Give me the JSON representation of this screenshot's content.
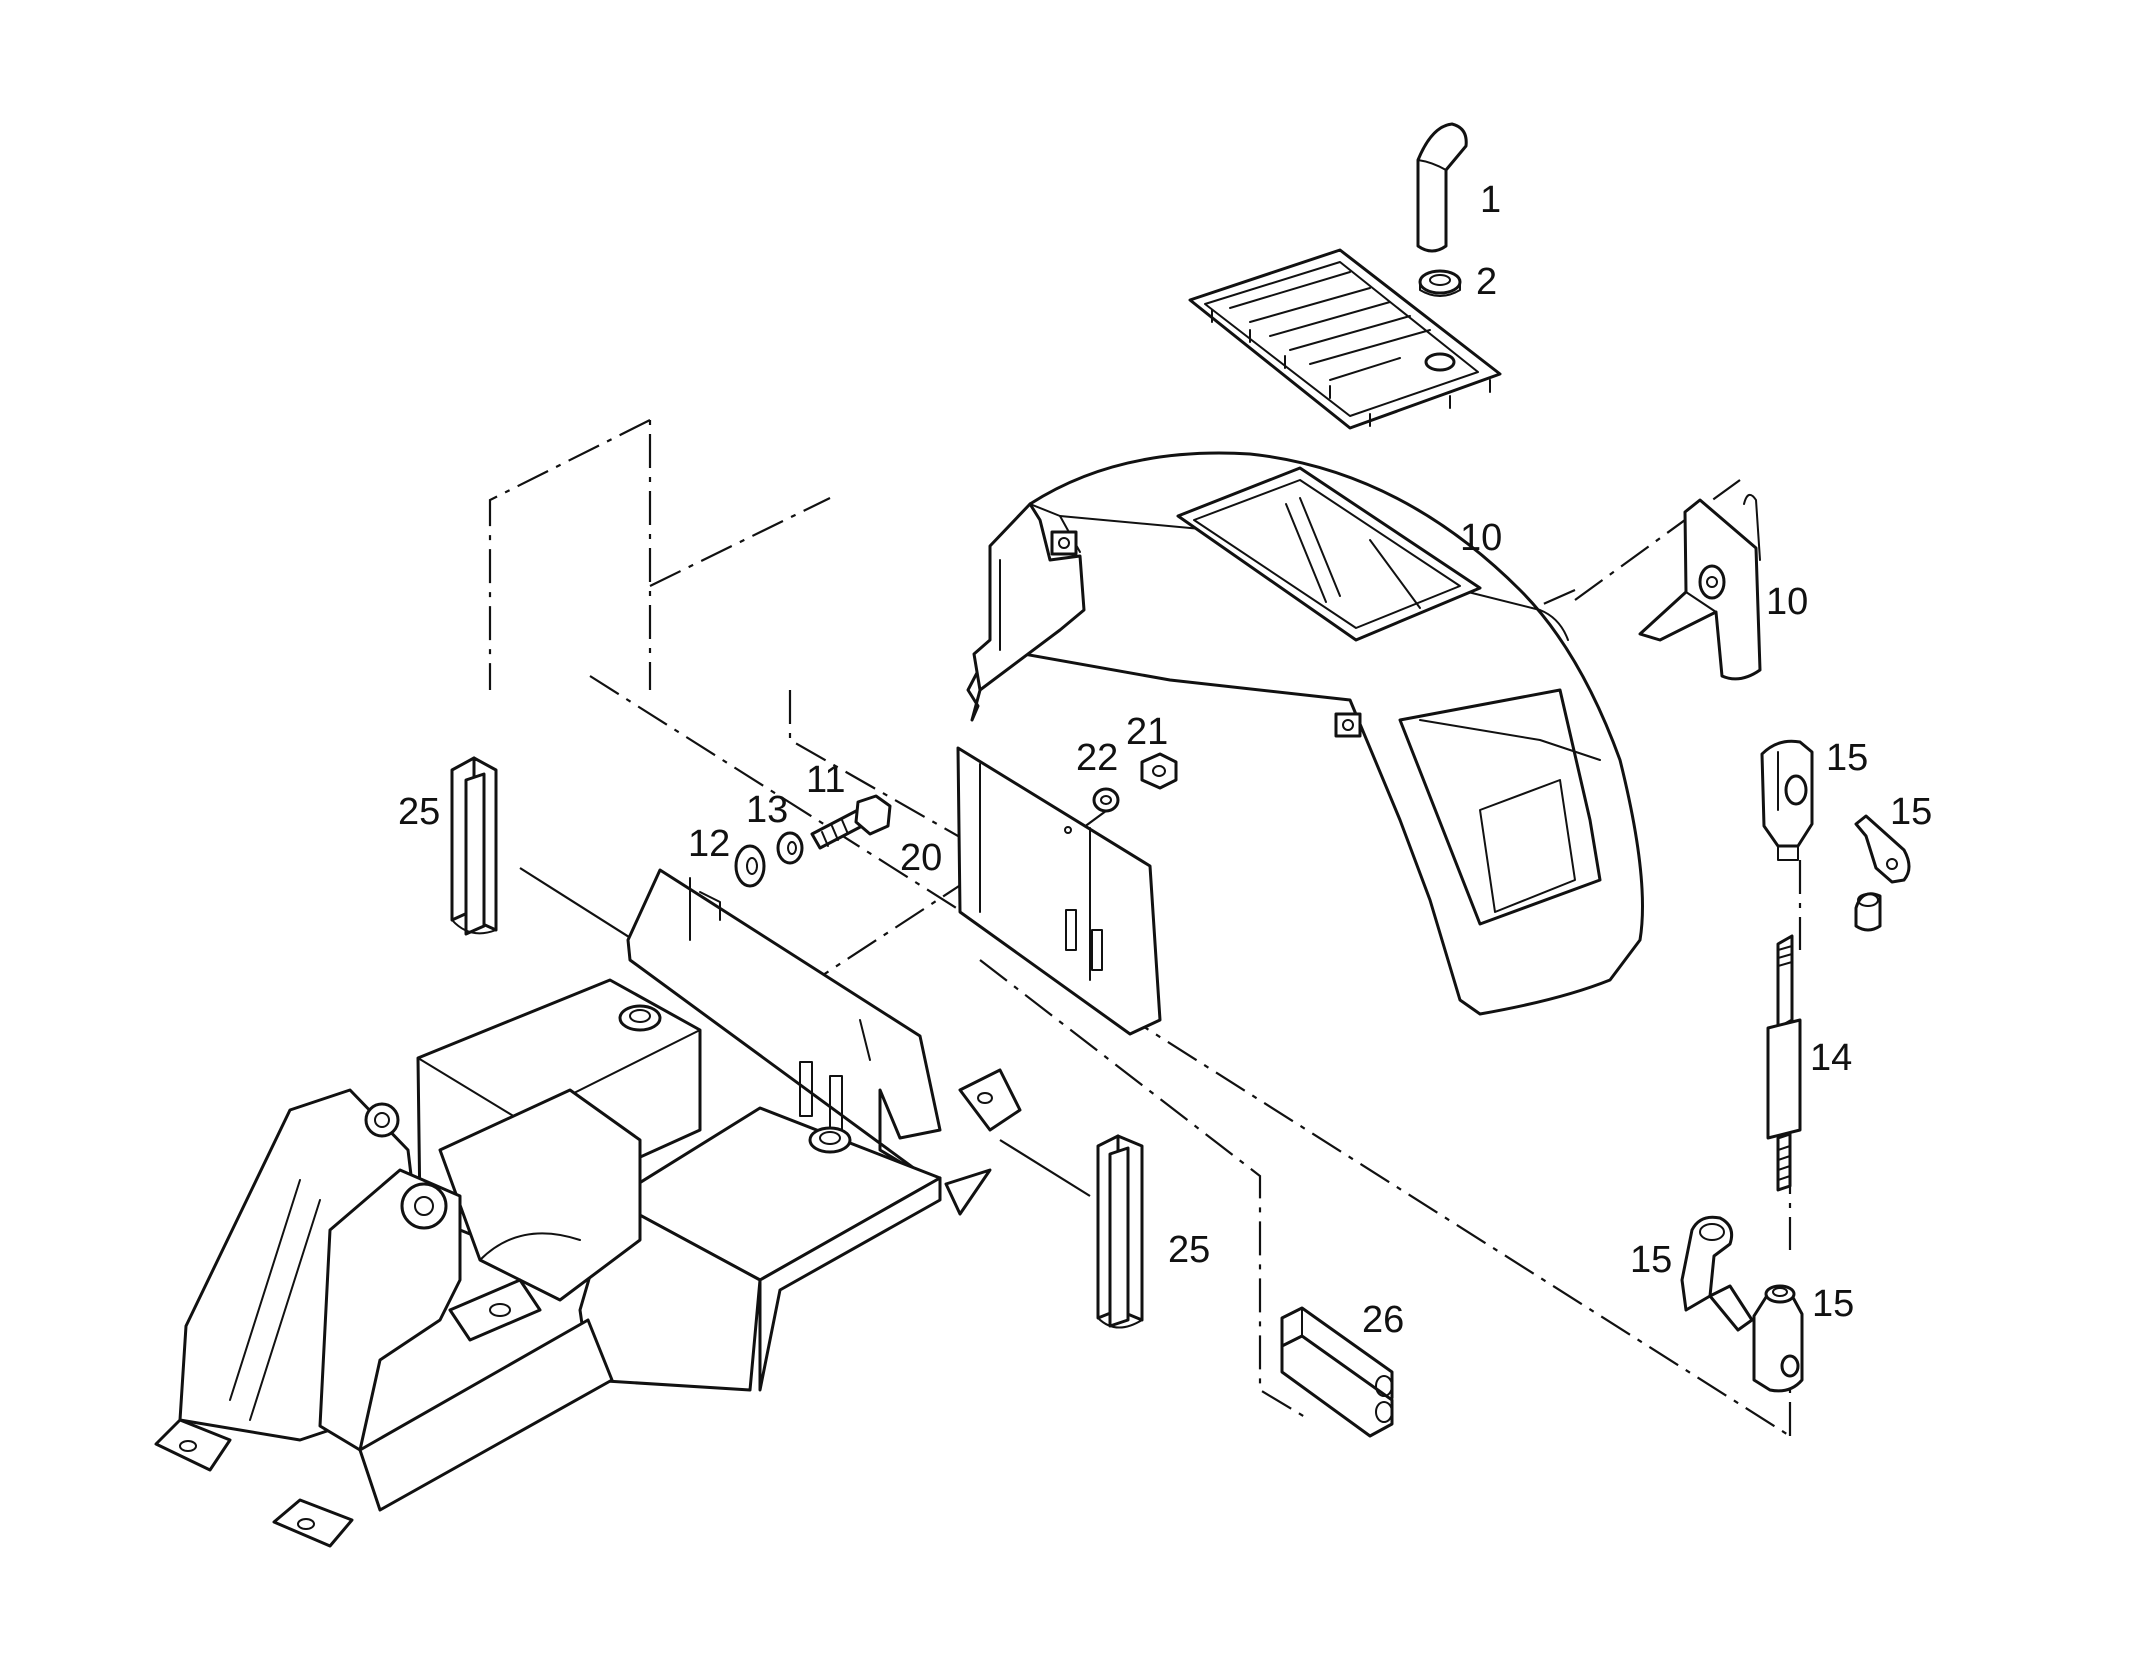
{
  "callouts": [
    {
      "id": "c1",
      "label": "1"
    },
    {
      "id": "c2",
      "label": "2"
    },
    {
      "id": "c10a",
      "label": "10"
    },
    {
      "id": "c10b",
      "label": "10"
    },
    {
      "id": "c11",
      "label": "11"
    },
    {
      "id": "c12",
      "label": "12"
    },
    {
      "id": "c13",
      "label": "13"
    },
    {
      "id": "c14",
      "label": "14"
    },
    {
      "id": "c15a",
      "label": "15"
    },
    {
      "id": "c15b",
      "label": "15"
    },
    {
      "id": "c15c",
      "label": "15"
    },
    {
      "id": "c15d",
      "label": "15"
    },
    {
      "id": "c20",
      "label": "20"
    },
    {
      "id": "c21",
      "label": "21"
    },
    {
      "id": "c22",
      "label": "22"
    },
    {
      "id": "c25a",
      "label": "25"
    },
    {
      "id": "c25b",
      "label": "25"
    },
    {
      "id": "c26",
      "label": "26"
    }
  ],
  "colors": {
    "line": "#111111",
    "background": "#ffffff"
  }
}
